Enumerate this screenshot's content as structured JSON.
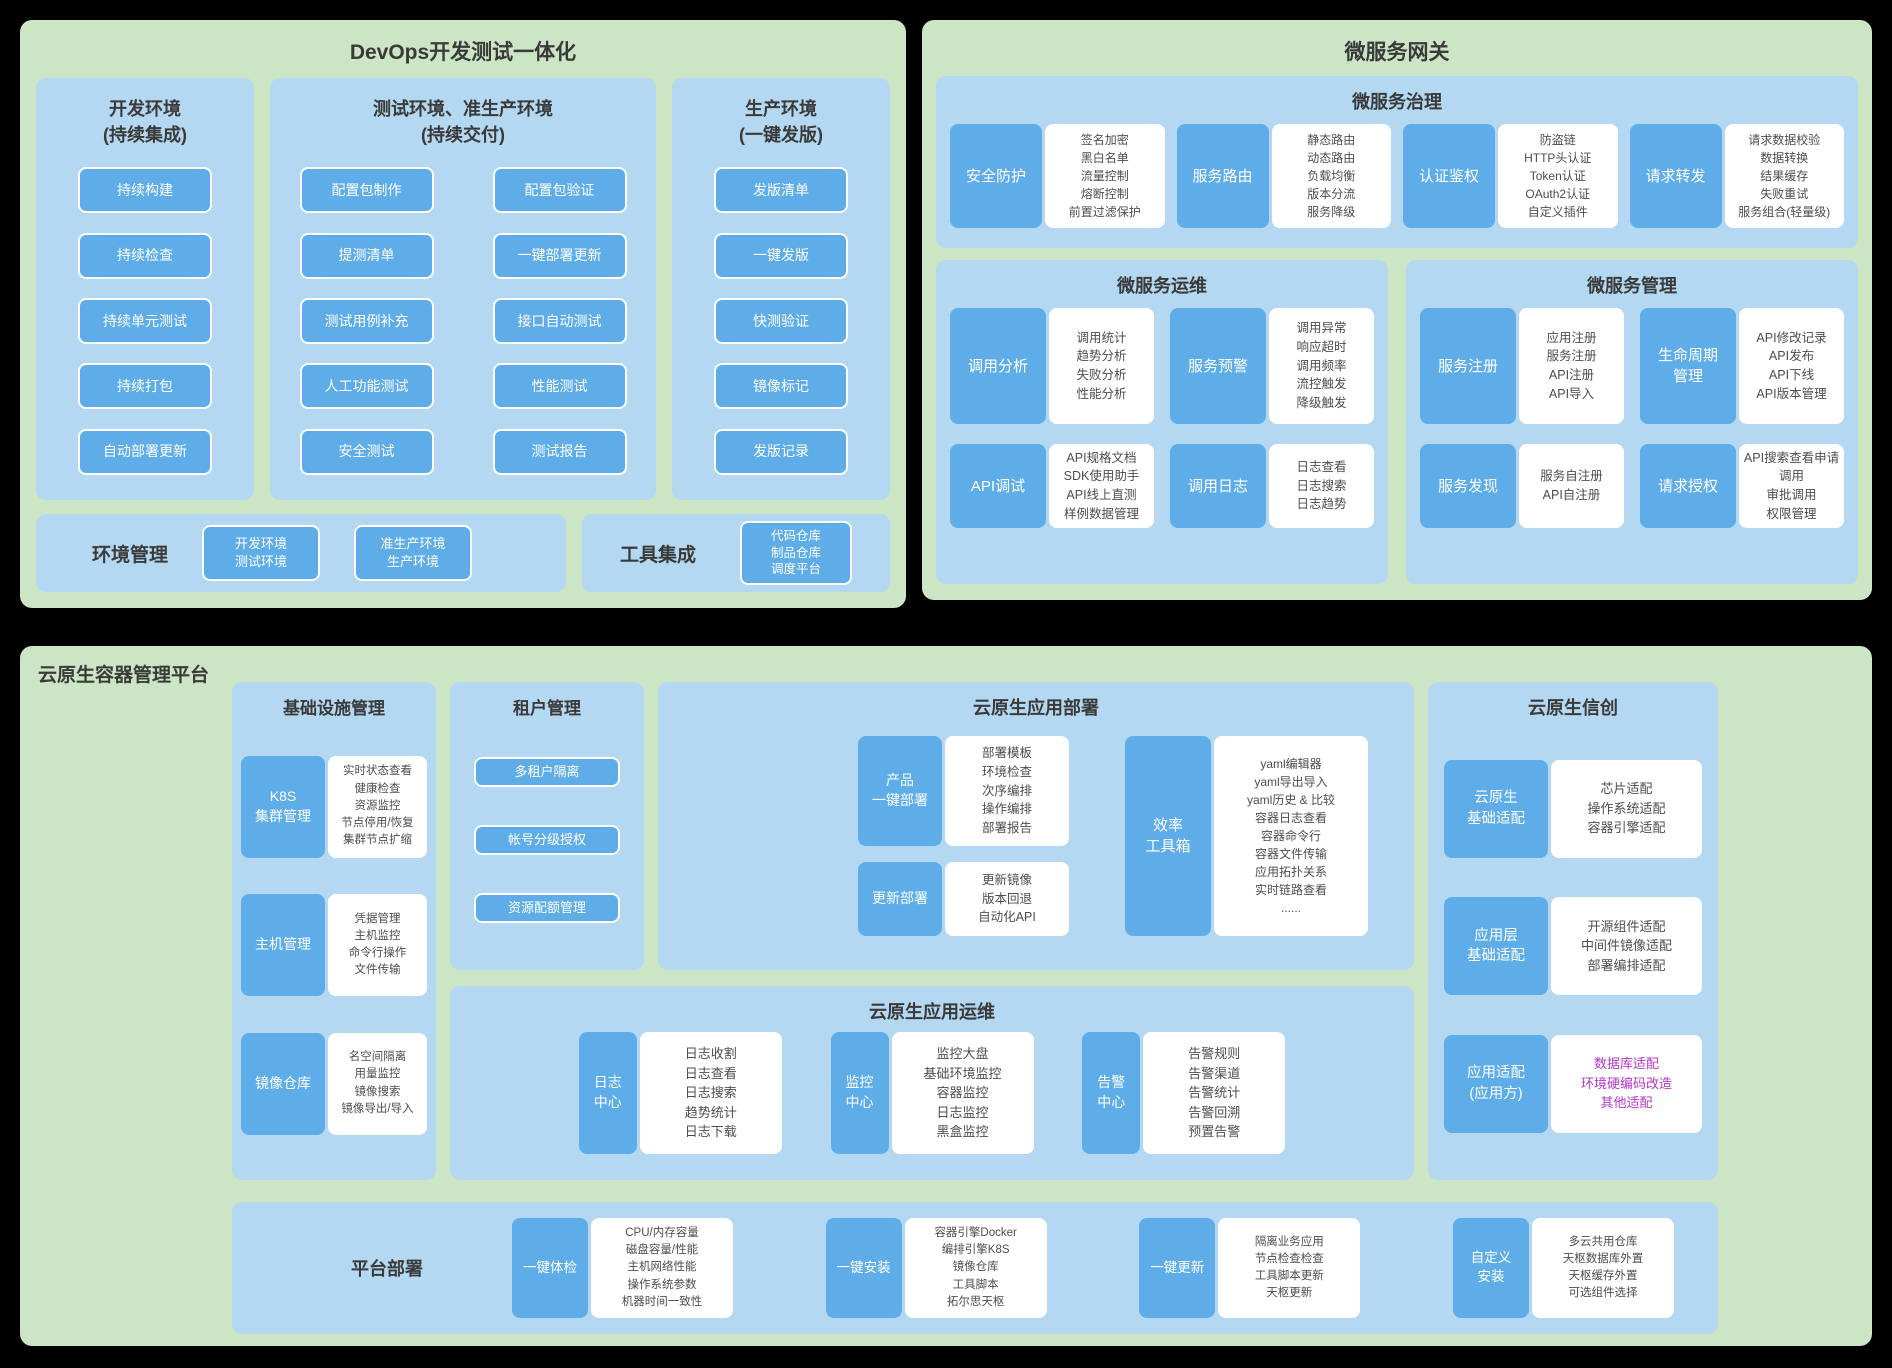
{
  "colors": {
    "panel_green": "#cbe5c5",
    "section_blue": "#b4d8f1",
    "block_blue": "#5fade8",
    "highlight_magenta": "#b535c8"
  },
  "devops": {
    "title": "DevOps开发测试一体化",
    "dev_env": {
      "header": "开发环境\n(持续集成)",
      "items": [
        "持续构建",
        "持续检查",
        "持续单元测试",
        "持续打包",
        "自动部署更新"
      ]
    },
    "test_env": {
      "header": "测试环境、准生产环境\n(持续交付)",
      "left_items": [
        "配置包制作",
        "提测清单",
        "测试用例补充",
        "人工功能测试",
        "安全测试"
      ],
      "right_items": [
        "配置包验证",
        "一键部署更新",
        "接口自动测试",
        "性能测试",
        "测试报告"
      ]
    },
    "prod_env": {
      "header": "生产环境\n(一键发版)",
      "items": [
        "发版清单",
        "一键发版",
        "快测验证",
        "镜像标记",
        "发版记录"
      ]
    },
    "env_mgmt": {
      "label": "环境管理",
      "buttons": [
        "开发环境\n测试环境",
        "准生产环境\n生产环境"
      ]
    },
    "tool_integration": {
      "label": "工具集成",
      "buttons": [
        "代码仓库\n制品仓库\n调度平台"
      ]
    }
  },
  "gateway": {
    "title": "微服务网关",
    "governance": {
      "title": "微服务治理",
      "features": [
        {
          "label": "安全防护",
          "details": "签名加密\n黑白名单\n流量控制\n熔断控制\n前置过滤保护"
        },
        {
          "label": "服务路由",
          "details": "静态路由\n动态路由\n负载均衡\n版本分流\n服务降级"
        },
        {
          "label": "认证鉴权",
          "details": "防盗链\nHTTP头认证\nToken认证\nOAuth2认证\n自定义插件"
        },
        {
          "label": "请求转发",
          "details": "请求数据校验\n数据转换\n结果缓存\n失败重试\n服务组合(轻量级)"
        }
      ]
    },
    "operations": {
      "title": "微服务运维",
      "features": [
        {
          "label": "调用分析",
          "details": "调用统计\n趋势分析\n失败分析\n性能分析"
        },
        {
          "label": "服务预警",
          "details": "调用异常\n响应超时\n调用频率\n流控触发\n降级触发"
        },
        {
          "label": "API调试",
          "details": "API规格文档\nSDK使用助手\nAPI线上直测\n样例数据管理"
        },
        {
          "label": "调用日志",
          "details": "日志查看\n日志搜索\n日志趋势"
        }
      ]
    },
    "management": {
      "title": "微服务管理",
      "features": [
        {
          "label": "服务注册",
          "details": "应用注册\n服务注册\nAPI注册\nAPI导入"
        },
        {
          "label": "生命周期\n管理",
          "details": "API修改记录\nAPI发布\nAPI下线\nAPI版本管理"
        },
        {
          "label": "服务发现",
          "details": "服务自注册\nAPI自注册"
        },
        {
          "label": "请求授权",
          "details": "API搜索查看申请\n调用\n审批调用\n权限管理"
        }
      ]
    }
  },
  "cloud": {
    "title": "云原生容器管理平台",
    "infrastructure": {
      "title": "基础设施管理",
      "features": [
        {
          "label": "K8S\n集群管理",
          "details": "实时状态查看\n健康检查\n资源监控\n节点停用/恢复\n集群节点扩缩"
        },
        {
          "label": "主机管理",
          "details": "凭据管理\n主机监控\n命令行操作\n文件传输"
        },
        {
          "label": "镜像仓库",
          "details": "名空间隔离\n用量监控\n镜像搜索\n镜像导出/导入"
        }
      ]
    },
    "tenant": {
      "title": "租户管理",
      "buttons": [
        "多租户隔离",
        "帐号分级授权",
        "资源配额管理"
      ]
    },
    "app_deploy": {
      "title": "云原生应用部署",
      "features": [
        {
          "label": "产品\n一键部署",
          "details": "部署模板\n环境检查\n次序编排\n操作编排\n部署报告"
        },
        {
          "label": "更新部署",
          "details": "更新镜像\n版本回退\n自动化API"
        }
      ],
      "toolbox": {
        "label": "效率\n工具箱",
        "details": "yaml编辑器\nyaml导出导入\nyaml历史 & 比较\n容器日志查看\n容器命令行\n容器文件传输\n应用拓扑关系\n实时链路查看\n......"
      }
    },
    "xinchuang": {
      "title": "云原生信创",
      "features": [
        {
          "label": "云原生\n基础适配",
          "details": "芯片适配\n操作系统适配\n容器引擎适配"
        },
        {
          "label": "应用层\n基础适配",
          "details": "开源组件适配\n中间件镜像适配\n部署编排适配"
        },
        {
          "label": "应用适配\n(应用方)",
          "details": "数据库适配\n环境硬编码改造\n其他适配",
          "highlight": true
        }
      ]
    },
    "app_ops": {
      "title": "云原生应用运维",
      "features": [
        {
          "label": "日志\n中心",
          "details": "日志收割\n日志查看\n日志搜索\n趋势统计\n日志下载"
        },
        {
          "label": "监控\n中心",
          "details": "监控大盘\n基础环境监控\n容器监控\n日志监控\n黑盒监控"
        },
        {
          "label": "告警\n中心",
          "details": "告警规则\n告警渠道\n告警统计\n告警回溯\n预置告警"
        }
      ]
    },
    "platform_deploy": {
      "title": "平台部署",
      "features": [
        {
          "label": "一键体检",
          "details": "CPU/内存容量\n磁盘容量/性能\n主机网络性能\n操作系统参数\n机器时间一致性"
        },
        {
          "label": "一键安装",
          "details": "容器引擎Docker\n编排引擎K8S\n镜像仓库\n工具脚本\n拓尔思天枢"
        },
        {
          "label": "一键更新",
          "details": "隔离业务应用\n节点检查检查\n工具脚本更新\n天枢更新"
        },
        {
          "label": "自定义\n安装",
          "details": "多云共用仓库\n天枢数据库外置\n天枢缓存外置\n可选组件选择"
        }
      ]
    }
  }
}
